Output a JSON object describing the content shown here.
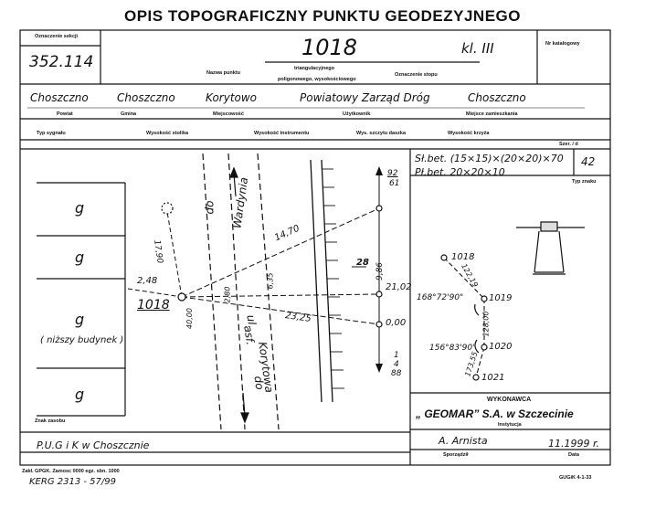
{
  "title": "OPIS TOPOGRAFICZNY PUNKTU GEODEZYJNEGO",
  "header": {
    "oznaczenie_sekcji_label": "Oznaczenie sekcji",
    "oznaczenie_sekcji": "352.114",
    "nazwa_punktu_label": "Nazwa punktu",
    "point_number": "1018",
    "klasa": "kl. III",
    "triang_label": "triangulacyjnego",
    "poligon_label": "poligonowego, wysokościowego",
    "oznaczenie_stopu_label": "Oznaczenie stopu",
    "nr_katalogowy_label": "Nr katalogowy"
  },
  "admin": {
    "powiat": "Choszczno",
    "gmina": "Choszczno",
    "miejscowosc": "Korytowo",
    "uzytkownik": "Powiatowy Zarząd Dróg",
    "miejsce": "Choszczno",
    "powiat_label": "Powiat",
    "gmina_label": "Gmina",
    "miejscowosc_label": "Miejscowość",
    "uzytkownik_label": "Użytkownik",
    "miejsce_label": "Miejsce zamieszkania"
  },
  "row3": {
    "typ_label": "Typ sygnału",
    "wys_stolika_label": "Wysokość stolika",
    "wys_instr_label": "Wysokość instrumentu",
    "wys_szczytu_label": "Wys. szczytu daszka",
    "wys_krzyza_label": "Wysokość krzyża",
    "szer_label": "Szer. / d"
  },
  "sketch": {
    "rows": [
      "g",
      "g",
      "g",
      "g"
    ],
    "row3_note": "( niższy budynek )",
    "road_label_top": "do",
    "road_label_top2": "Wardynia",
    "road_label_bottom": "do",
    "road_label_bottom2": "Korytowa",
    "street_label": "ul.",
    "asf_label": "asf.",
    "point": "1018",
    "d_up": "17,90",
    "d_left": "2,48",
    "d_h1": "14,70",
    "d_h2": "23,25",
    "d_top": "92",
    "d_top_sub": "61",
    "d_v1": "9,86",
    "d_v2": "21,02",
    "d_0": "0,00",
    "d_bot": "1",
    "d_bot_sub": "4",
    "d_bot_n": "88",
    "d_mark": "28",
    "d_small1": "2,80",
    "d_small2": "6,35",
    "d_pt": "40,00"
  },
  "stabilizacja": {
    "st_bet": "Sł.bet. (15×15)×(20×20)×70",
    "pl_bet": "Pł.bet.  20×20×10",
    "typ_znaku": "42",
    "typ_znaku_label": "Typ znaku",
    "pts": [
      "1018",
      "1019",
      "1020",
      "1021"
    ],
    "d1": "122,19",
    "d2": "128,00",
    "d3": "173,55",
    "ang1": "168°72'90\"",
    "ang2": "156°83'90\""
  },
  "footer": {
    "wykonawca_label": "WYKONAWCA",
    "company": "„ GEOMAR” S.A. w Szczecinie",
    "instytucja_label": "Instytucja",
    "author": "A. Arnista",
    "date": "11.1999 r.",
    "sporzadzil_label": "Sporządził",
    "data_label": "Data",
    "znak_label": "Znak zasobu",
    "zasob": "P.U.G i K w Choszcznie",
    "print_note": "Zakł. GPGK. Zamosc 0000 egz. sbn. 1000",
    "kerg": "KERG  2313 - 57/99",
    "form_code": "GUGiK 4-1-33"
  }
}
